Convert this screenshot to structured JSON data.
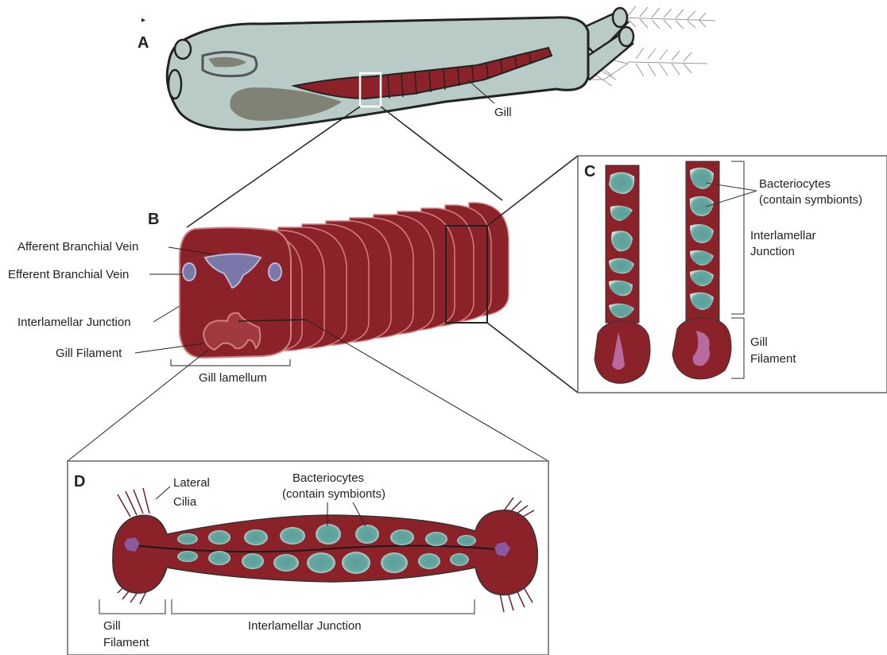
{
  "panels": {
    "a": {
      "letter": "A",
      "gill_label": "Gill"
    },
    "b": {
      "letter": "B",
      "afferent_label": "Afferent Branchial Vein",
      "efferent_label": "Efferent Branchial Vein",
      "junction_label": "Interlamellar Junction",
      "filament_label": "Gill Filament",
      "lamellum_label": "Gill lamellum"
    },
    "c": {
      "letter": "C",
      "bacteriocytes_line1": "Bacteriocytes",
      "bacteriocytes_line2": "(contain symbionts)",
      "junction_line1": "Interlamellar",
      "junction_line2": "Junction",
      "filament_line1": "Gill",
      "filament_line2": "Filament"
    },
    "d": {
      "letter": "D",
      "cilia_line1": "Lateral",
      "cilia_line2": "Cilia",
      "bacteriocytes_line1": "Bacteriocytes",
      "bacteriocytes_line2": "(contain symbionts)",
      "filament_line1": "Gill",
      "filament_line2": "Filament",
      "junction_label": "Interlamellar Junction"
    }
  },
  "colors": {
    "tissue": "#8b2229",
    "tissue_light": "#a04a4e",
    "bacteriocyte": "#5b9e98",
    "bacteriocyte_edge": "#b8dcd6",
    "vein": "#7a78a8",
    "body": "#b8cbc7",
    "organ": "#7f8274",
    "filament_core": "#b86a9e"
  }
}
